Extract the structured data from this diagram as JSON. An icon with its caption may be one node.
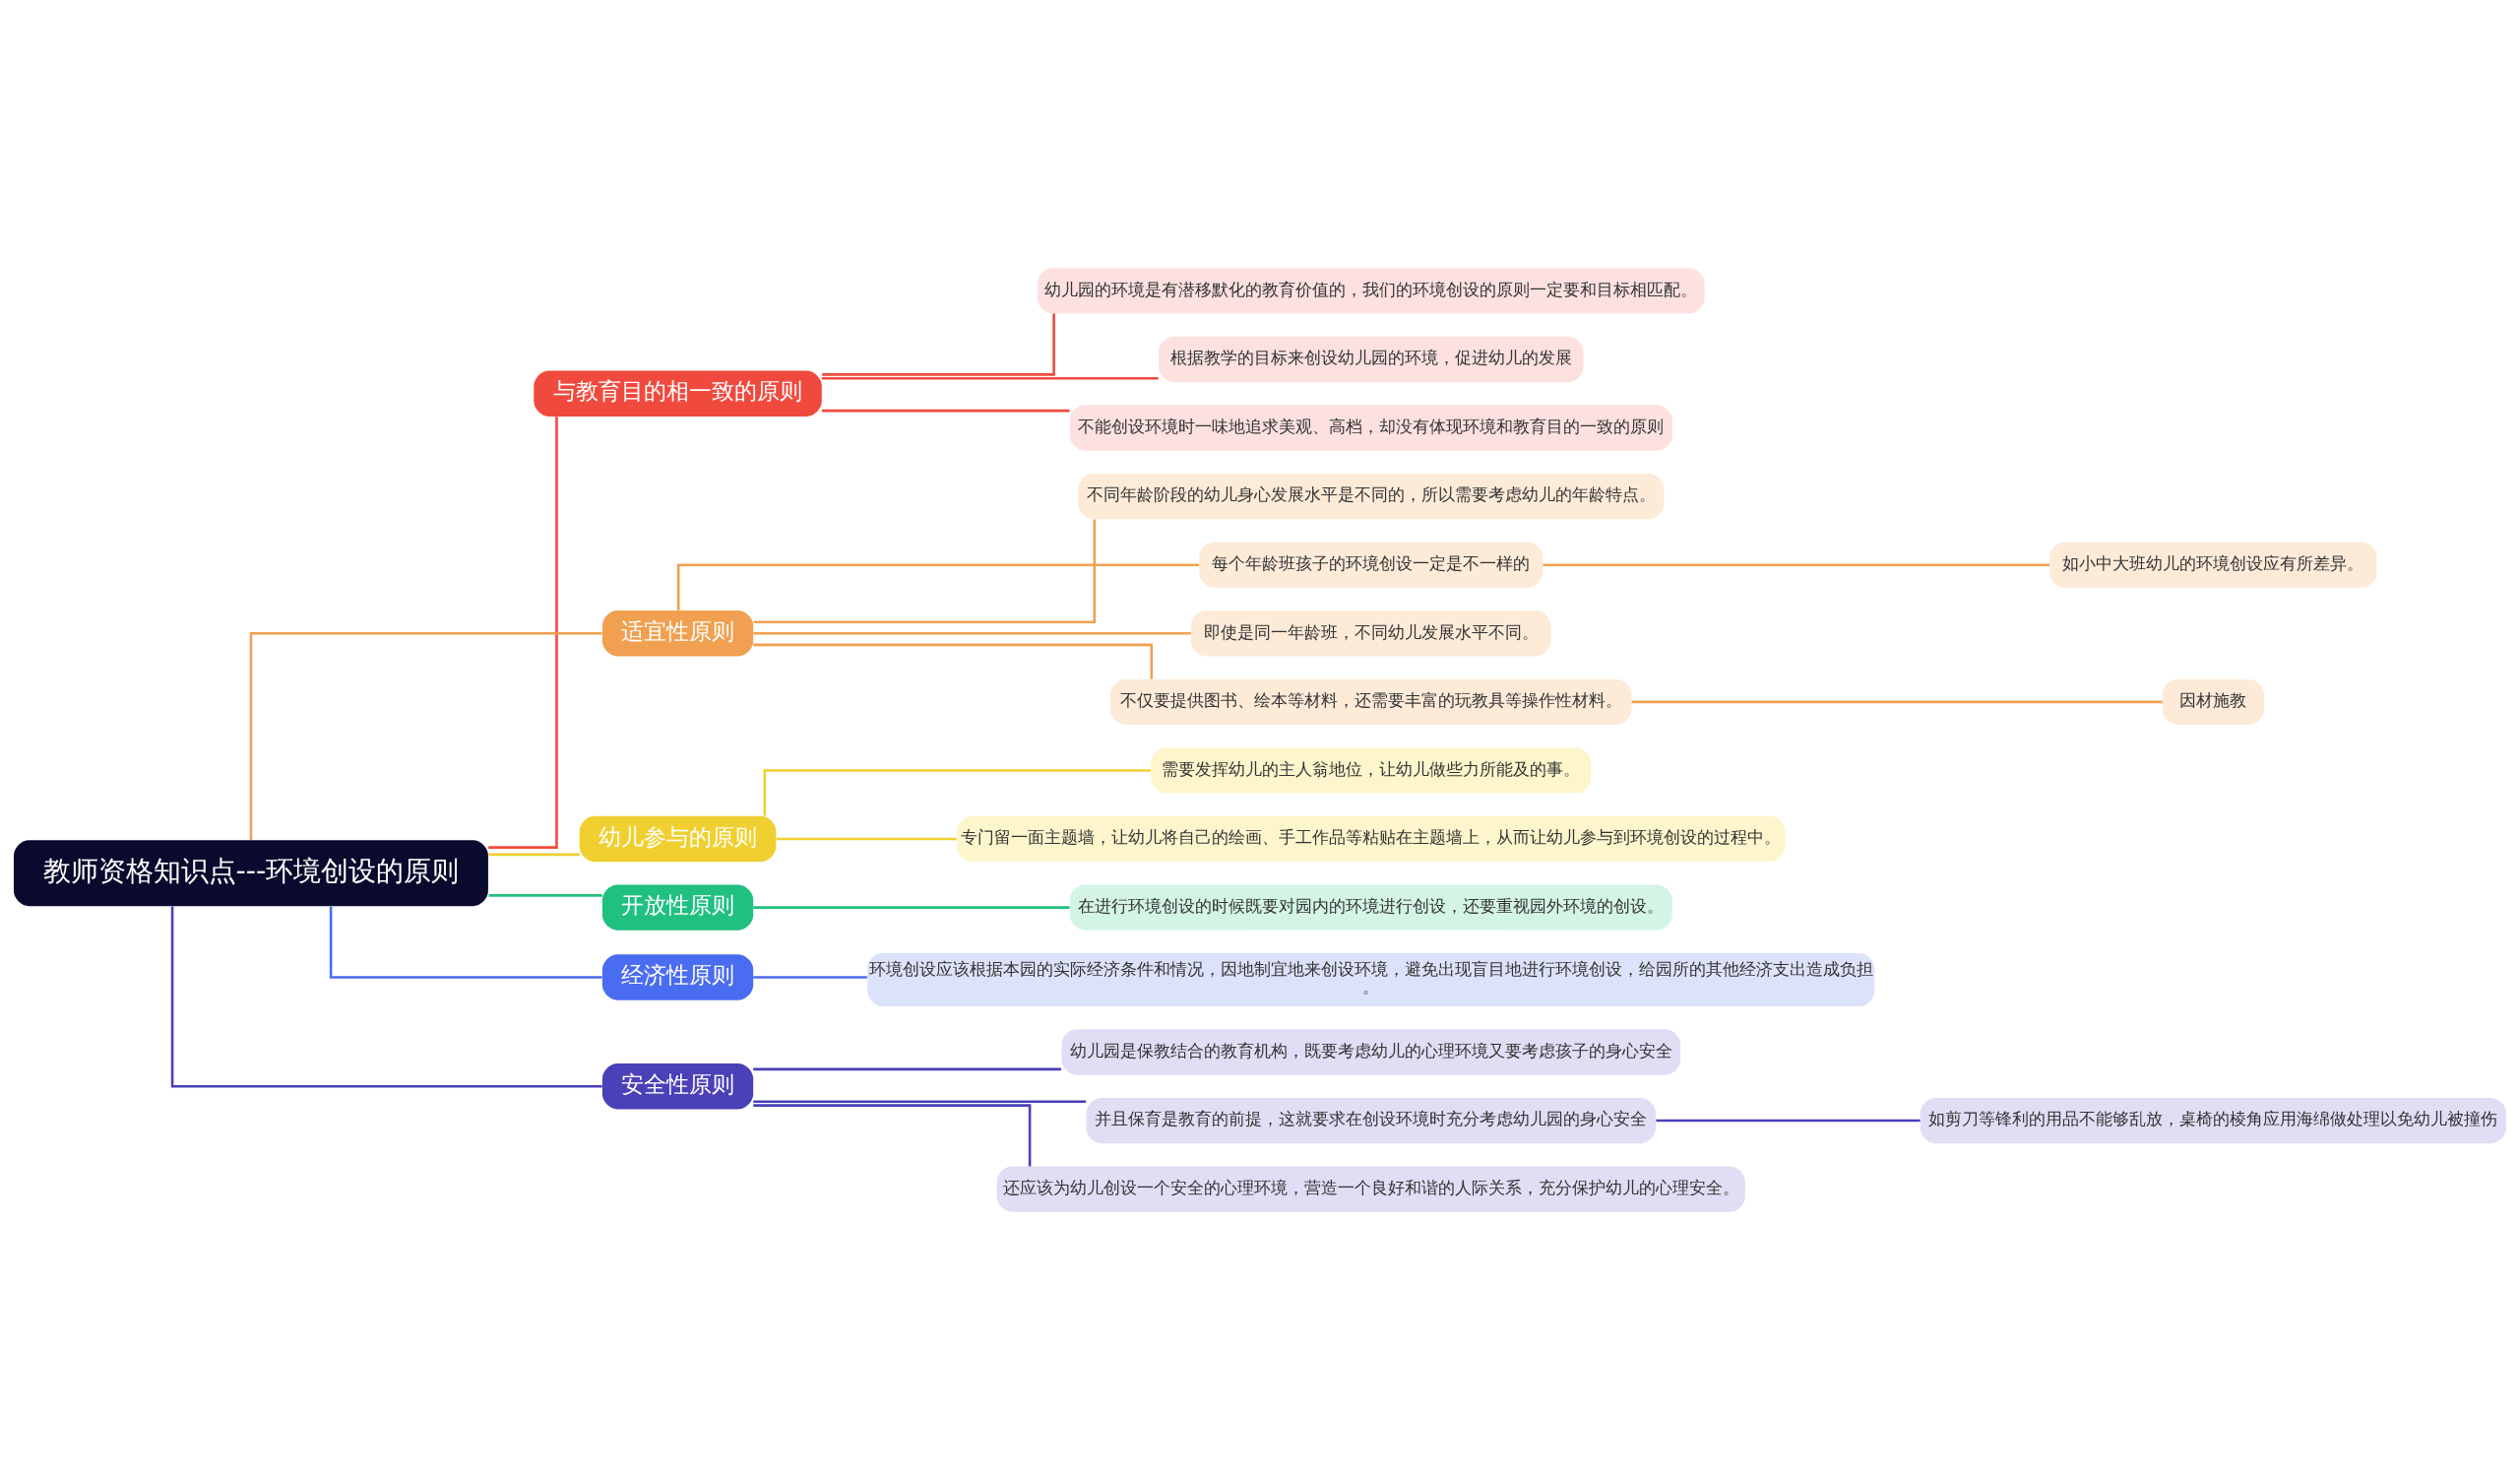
{
  "diagram": {
    "nodes": [
      {
        "text": [
          "教师资格知识点---环境创设的原则"
        ]
      },
      {
        "text": [
          "与教育目的相一致的原则"
        ]
      },
      {
        "text": [
          "幼儿园的环境是有潜移默化的教育价值的，我们的环境创设的原则一定要和目标相匹配。"
        ]
      },
      {
        "text": [
          "根据教学的目标来创设幼儿园的环境，促进幼儿的发展"
        ]
      },
      {
        "text": [
          "不能创设环境时一味地追求美观、高档，却没有体现环境和教育目的一致的原则"
        ]
      },
      {
        "text": [
          "适宜性原则"
        ]
      },
      {
        "text": [
          "不同年龄阶段的幼儿身心发展水平是不同的，所以需要考虑幼儿的年龄特点。"
        ]
      },
      {
        "text": [
          "每个年龄班孩子的环境创设一定是不一样的"
        ]
      },
      {
        "text": [
          "如小中大班幼儿的环境创设应有所差异。"
        ]
      },
      {
        "text": [
          "即使是同一年龄班，不同幼儿发展水平不同。"
        ]
      },
      {
        "text": [
          "不仅要提供图书、绘本等材料，还需要丰富的玩教具等操作性材料。"
        ]
      },
      {
        "text": [
          "因材施教"
        ]
      },
      {
        "text": [
          "幼儿参与的原则"
        ]
      },
      {
        "text": [
          "需要发挥幼儿的主人翁地位，让幼儿做些力所能及的事。"
        ]
      },
      {
        "text": [
          "专门留一面主题墙，让幼儿将自己的绘画、手工作品等粘贴在主题墙上，从而让幼儿参与到环境创设的过程中。"
        ]
      },
      {
        "text": [
          "开放性原则"
        ]
      },
      {
        "text": [
          "在进行环境创设的时候既要对园内的环境进行创设，还要重视园外环境的创设。"
        ]
      },
      {
        "text": [
          "经济性原则"
        ]
      },
      {
        "text": [
          "环境创设应该根据本园的实际经济条件和情况，因地制宜地来创设环境，避免出现盲目地进行环境创设，给园所的其他经济支出造成负担。"
        ]
      },
      {
        "text": [
          "安全性原则"
        ]
      },
      {
        "text": [
          "幼儿园是保教结合的教育机构，既要考虑幼儿的心理环境又要考虑孩子的身心安全"
        ]
      },
      {
        "text": [
          "并且保育是教育的前提，这就要求在创设环境时充分考虑幼儿园的身心安全"
        ]
      },
      {
        "text": [
          "如剪刀等锋利的用品不能够乱放，桌椅的棱角应用海绵做处理以免幼儿被撞伤"
        ]
      },
      {
        "text": [
          "还应该为幼儿创设一个安全的心理环境，营造一个良好和谐的人际关系，充分保护幼儿的心理安全。"
        ]
      }
    ],
    "edges": [
      {
        "from": 0,
        "to": 1,
        "arrow": "none",
        "color": "#f04a3e"
      },
      {
        "from": 1,
        "to": 2,
        "arrow": "none",
        "color": "#f04a3e"
      },
      {
        "from": 1,
        "to": 3,
        "arrow": "none",
        "color": "#f04a3e"
      },
      {
        "from": 1,
        "to": 4,
        "arrow": "none",
        "color": "#f04a3e"
      },
      {
        "from": 0,
        "to": 5,
        "arrow": "none",
        "color": "#f0a050"
      },
      {
        "from": 5,
        "to": 6,
        "arrow": "none",
        "color": "#f0a050"
      },
      {
        "from": 5,
        "to": 7,
        "arrow": "none",
        "color": "#f0a050"
      },
      {
        "from": 7,
        "to": 8,
        "arrow": "none",
        "color": "#f0a050"
      },
      {
        "from": 5,
        "to": 9,
        "arrow": "none",
        "color": "#f0a050"
      },
      {
        "from": 5,
        "to": 10,
        "arrow": "none",
        "color": "#f0a050"
      },
      {
        "from": 10,
        "to": 11,
        "arrow": "none",
        "color": "#f0a050"
      },
      {
        "from": 0,
        "to": 12,
        "arrow": "none",
        "color": "#f0d030"
      },
      {
        "from": 12,
        "to": 13,
        "arrow": "none",
        "color": "#f0d030"
      },
      {
        "from": 12,
        "to": 14,
        "arrow": "none",
        "color": "#f0d030"
      },
      {
        "from": 0,
        "to": 15,
        "arrow": "none",
        "color": "#20c080"
      },
      {
        "from": 15,
        "to": 16,
        "arrow": "none",
        "color": "#20c080"
      },
      {
        "from": 0,
        "to": 17,
        "arrow": "none",
        "color": "#4a6cf0"
      },
      {
        "from": 17,
        "to": 18,
        "arrow": "none",
        "color": "#4a6cf0"
      },
      {
        "from": 0,
        "to": 19,
        "arrow": "none",
        "color": "#4a40b8"
      },
      {
        "from": 19,
        "to": 20,
        "arrow": "none",
        "color": "#4a40b8"
      },
      {
        "from": 19,
        "to": 21,
        "arrow": "none",
        "color": "#4a40b8"
      },
      {
        "from": 21,
        "to": 22,
        "arrow": "none",
        "color": "#4a40b8"
      },
      {
        "from": 19,
        "to": 23,
        "arrow": "none",
        "color": "#4a40b8"
      }
    ]
  }
}
